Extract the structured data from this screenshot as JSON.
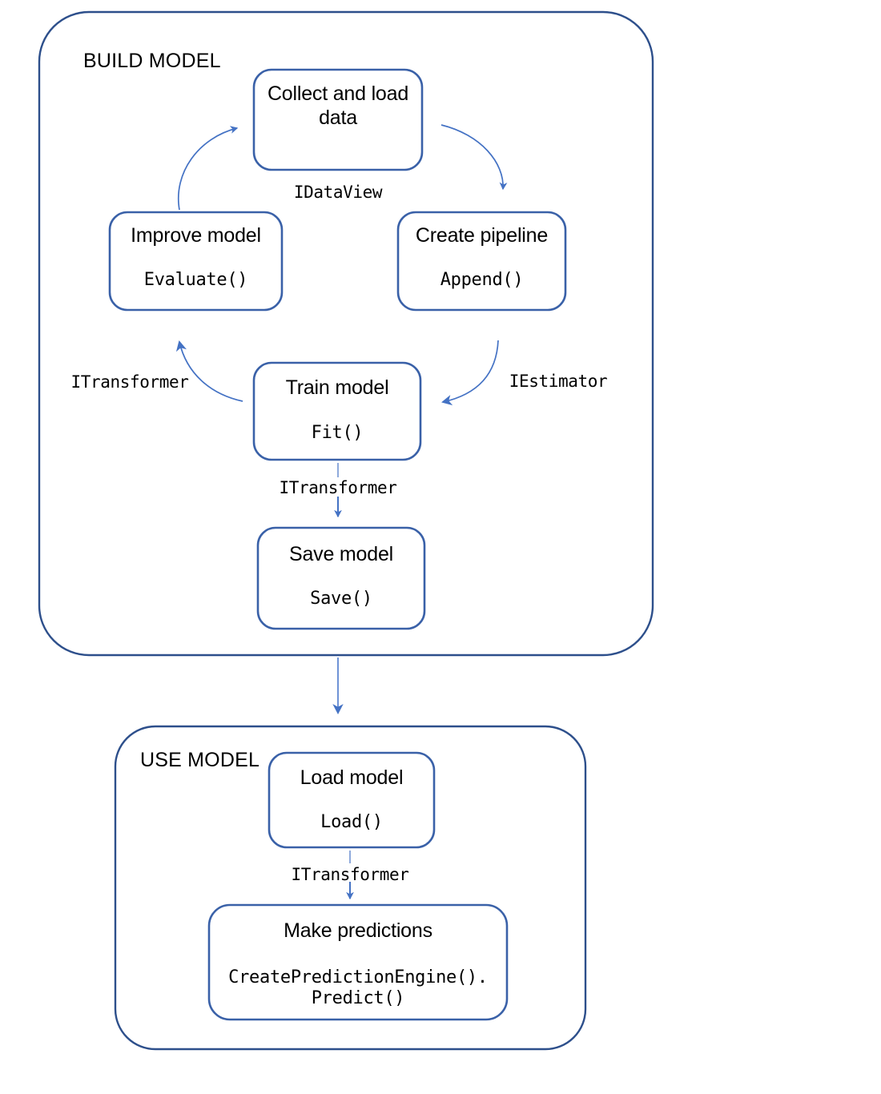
{
  "diagram": {
    "type": "flowchart",
    "title": "ML.NET model build and use lifecycle",
    "colors": {
      "container_stroke": "#2D4F8B",
      "box_stroke": "#3A61A8",
      "arrow_stroke": "#4472C4",
      "arrow_thin": "#4472C4",
      "text": "#000000",
      "background": "#FFFFFF"
    }
  },
  "sections": {
    "build": {
      "label": "BUILD MODEL"
    },
    "use": {
      "label": "USE MODEL"
    }
  },
  "nodes": {
    "collect": {
      "title": "Collect and load\ndata",
      "api": ""
    },
    "create_pipeline": {
      "title": "Create pipeline",
      "api": "Append()"
    },
    "train": {
      "title": "Train model",
      "api": "Fit()"
    },
    "improve": {
      "title": "Improve model",
      "api": "Evaluate()"
    },
    "save": {
      "title": "Save model",
      "api": "Save()"
    },
    "load": {
      "title": "Load model",
      "api": "Load()"
    },
    "predict": {
      "title": "Make predictions",
      "api": "CreatePredictionEngine().\nPredict()"
    }
  },
  "edges": {
    "collect_to_pipeline": {
      "label": "IDataView"
    },
    "pipeline_to_train": {
      "label": "IEstimator"
    },
    "train_to_improve": {
      "label": "ITransformer"
    },
    "train_to_save": {
      "label": "ITransformer"
    },
    "load_to_predict": {
      "label": "ITransformer"
    }
  }
}
